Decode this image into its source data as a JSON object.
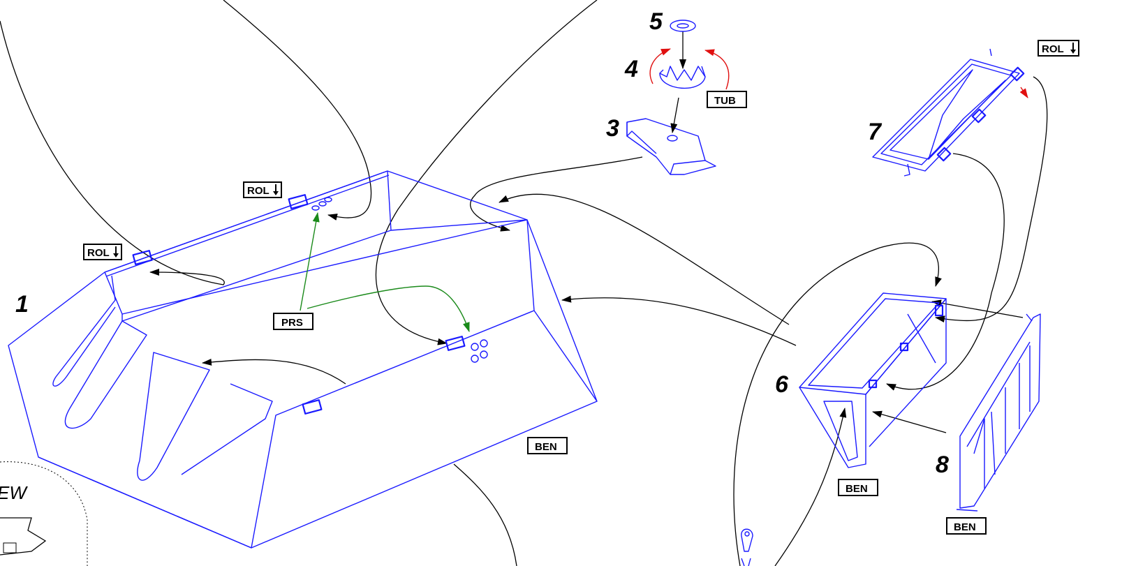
{
  "diagram": {
    "part_numbers": [
      "1",
      "3",
      "4",
      "5",
      "6",
      "7",
      "8"
    ],
    "badges": {
      "rol_left": "ROL",
      "rol_mid": "ROL",
      "rol_right": "ROL",
      "prs": "PRS",
      "tub": "TUB",
      "ben_main": "BEN",
      "ben_part6": "BEN",
      "ben_part8": "BEN"
    },
    "view_label": "EW",
    "colors": {
      "part_lines": "#1a1aff",
      "leader_lines": "#000000",
      "press_arrows": "#1a8a1a",
      "twist_arrows": "#e01010"
    }
  }
}
